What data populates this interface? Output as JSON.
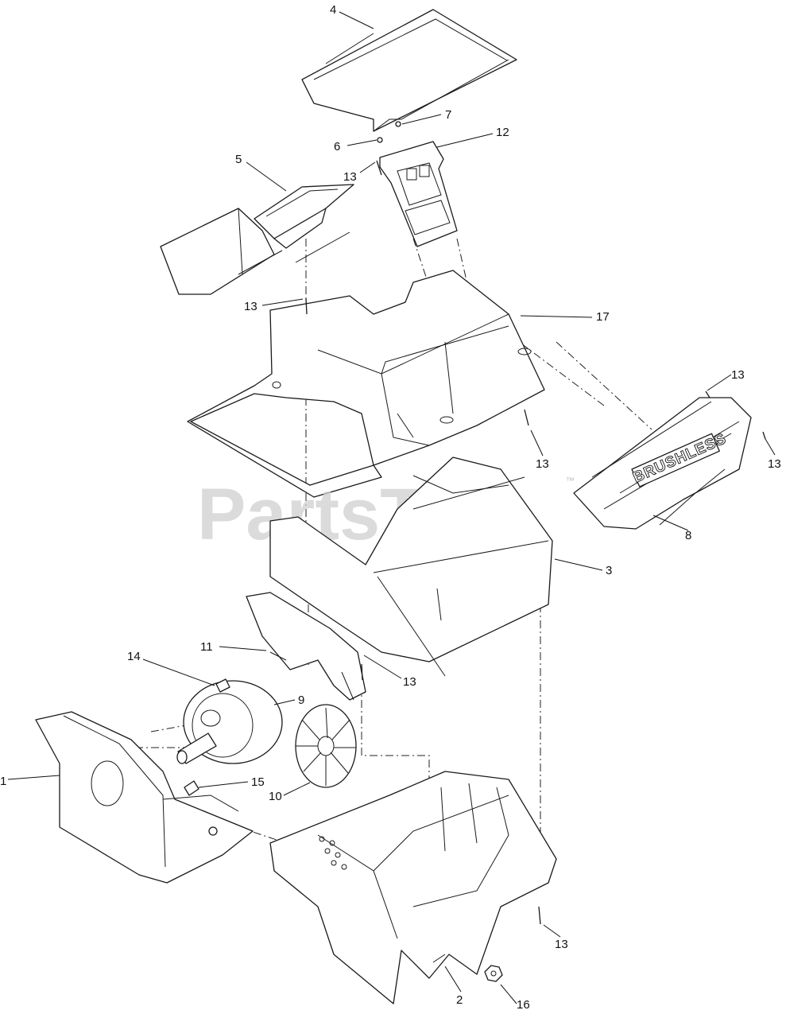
{
  "watermark": {
    "text": "PartsTree",
    "trademark": "™"
  },
  "brand_decal": "BRUSHLESS",
  "callouts": {
    "c1": "1",
    "c2": "2",
    "c3": "3",
    "c4": "4",
    "c5": "5",
    "c6": "6",
    "c7": "7",
    "c8": "8",
    "c9": "9",
    "c10": "10",
    "c11": "11",
    "c12": "12",
    "c13a": "13",
    "c13b": "13",
    "c13c": "13",
    "c13d": "13",
    "c13e": "13",
    "c13f": "13",
    "c13g": "13",
    "c14": "14",
    "c15": "15",
    "c16": "16",
    "c17": "17"
  }
}
